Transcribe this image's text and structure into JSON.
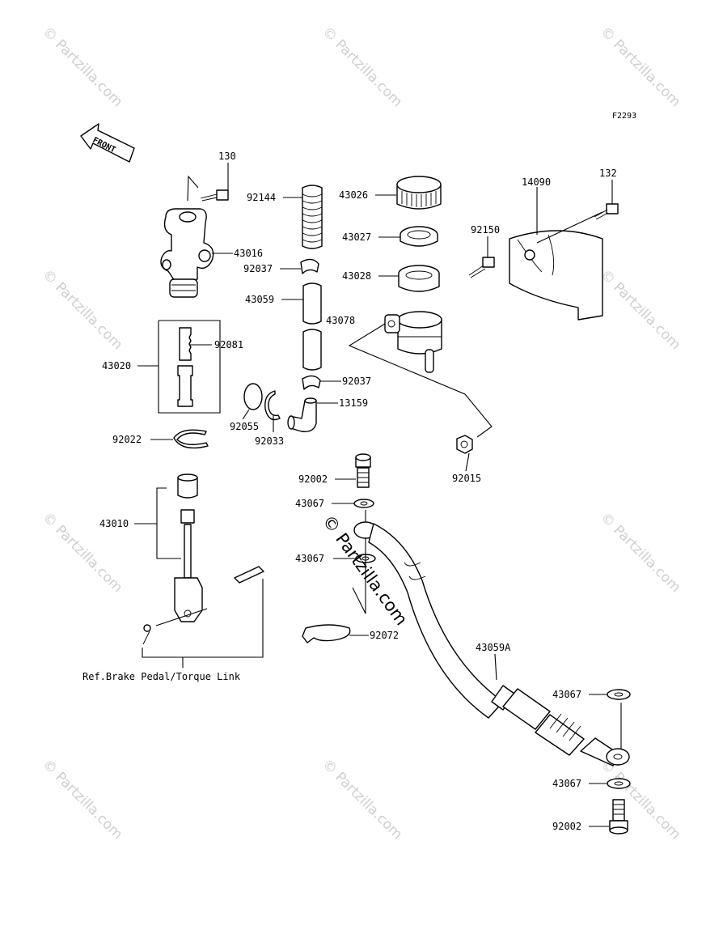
{
  "figure_code": "F2293",
  "front_arrow_label": "FRONT",
  "ref_note": "Ref.Brake Pedal/Torque Link",
  "watermark_text": "© Partzilla.com",
  "center_watermark_text": "© Partzilla.com",
  "part_labels": {
    "p130": "130",
    "p132": "132",
    "p14090": "14090",
    "p92144": "92144",
    "p43026": "43026",
    "p43016": "43016",
    "p43027": "43027",
    "p92150": "92150",
    "p92037a": "92037",
    "p43028": "43028",
    "p43059": "43059",
    "p43078": "43078",
    "p43020": "43020",
    "p92081": "92081",
    "p92037b": "92037",
    "p13159": "13159",
    "p92055": "92055",
    "p92033": "92033",
    "p92022": "92022",
    "p92015": "92015",
    "p92002a": "92002",
    "p43067a": "43067",
    "p43010": "43010",
    "p43067b": "43067",
    "p92072": "92072",
    "p43059A": "43059A",
    "p43067c": "43067",
    "p43067d": "43067",
    "p92002b": "92002"
  }
}
